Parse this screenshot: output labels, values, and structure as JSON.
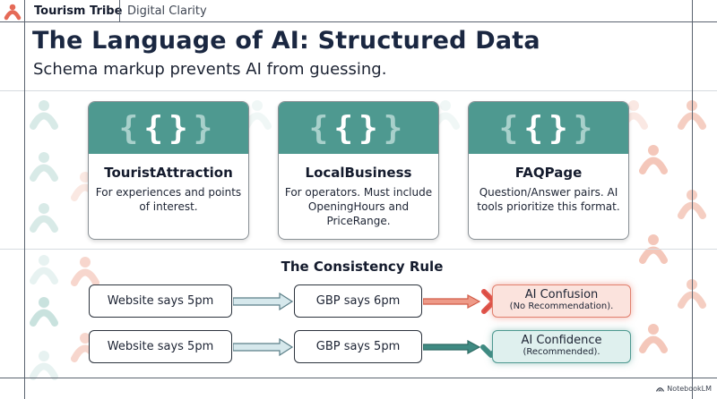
{
  "header": {
    "brand": "Tourism Tribe",
    "tagline": "Digital Clarity",
    "logo_icon": "person-icon"
  },
  "slide": {
    "title": "The Language of AI: Structured Data",
    "subtitle": "Schema markup prevents AI from guessing."
  },
  "cards": [
    {
      "icon": "curly-braces-icon",
      "title": "TouristAttraction",
      "description": "For experiences and points of interest."
    },
    {
      "icon": "curly-braces-icon",
      "title": "LocalBusiness",
      "description": "For operators. Must include OpeningHours and PriceRange."
    },
    {
      "icon": "curly-braces-icon",
      "title": "FAQPage",
      "description": "Question/Answer pairs. AI tools prioritize this format."
    }
  ],
  "consistency": {
    "title": "The Consistency Rule",
    "rows": [
      {
        "source": "Website says 5pm",
        "gbp": "GBP says 6pm",
        "status_icon": "x-mark-icon",
        "result": "AI Confusion",
        "result_note": "(No Recommendation)."
      },
      {
        "source": "Website says 5pm",
        "gbp": "GBP says 5pm",
        "status_icon": "check-mark-icon",
        "result": "AI Confidence",
        "result_note": "(Recommended)."
      }
    ]
  },
  "colors": {
    "teal": "#4e9990",
    "coral": "#e56a57",
    "navy": "#1a2741"
  },
  "footer": {
    "label": "NotebookLM"
  }
}
